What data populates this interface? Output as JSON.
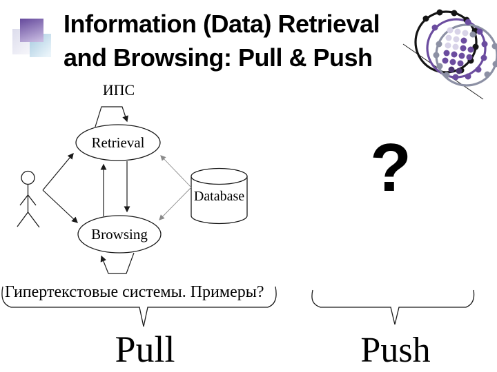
{
  "slide": {
    "title": {
      "line1": "Information (Data) Retrieval",
      "line2": "and Browsing: Pull & Push"
    },
    "ips_label": "ИПС",
    "question_mark": "?",
    "diagram": {
      "retrieval_label": "Retrieval",
      "browsing_label": "Browsing",
      "database_label": "Database"
    },
    "note_text": "Гипертекстовые системы. Примеры?",
    "pull_label": "Pull",
    "push_label": "Push"
  },
  "colors": {
    "background": "#ffffff",
    "text": "#000000",
    "diagram_line": "#1a1a1a",
    "connector_thin": "#8a8a8a",
    "brand_purple": "#6B4C9F",
    "brand_gray": "#8C90A4",
    "brand_black": "#141414",
    "brand_light_lavender": "#D8D3E8",
    "logo_square_purple": "#6F55A5",
    "logo_square_blue": "#A5C9DF",
    "logo_square_lavender": "#DCDCEC"
  }
}
